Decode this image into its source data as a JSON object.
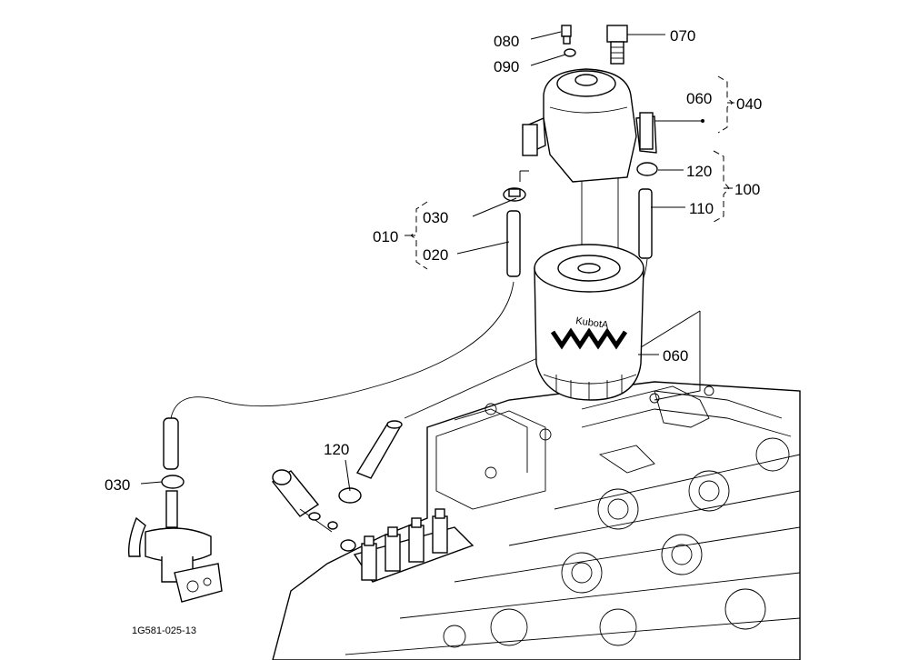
{
  "callouts": {
    "c080": "080",
    "c090": "090",
    "c070": "070",
    "c060_top": "060",
    "c040": "040",
    "c120_right": "120",
    "c100": "100",
    "c110": "110",
    "c030_mid": "030",
    "c010": "010",
    "c020": "020",
    "c060_filter": "060",
    "c120_lower": "120",
    "c030_left": "030"
  },
  "filter_brand": "KubotA",
  "drawing_code": "1G581-025-13"
}
